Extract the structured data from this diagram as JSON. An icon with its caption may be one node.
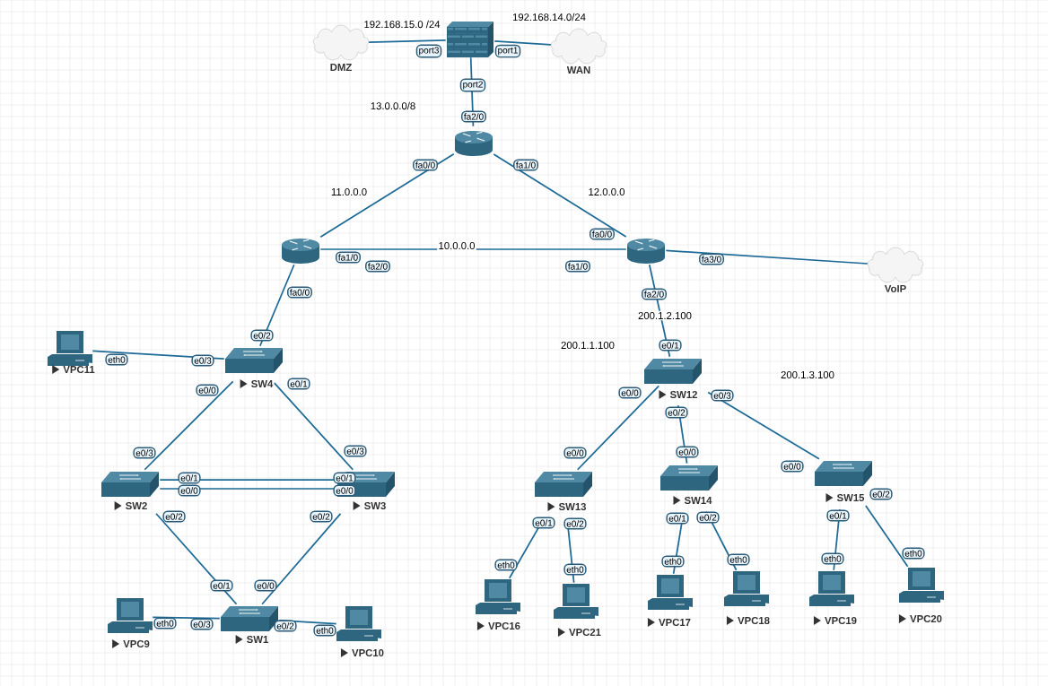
{
  "diagram": {
    "nodes": [
      {
        "text": [
          "DMZ"
        ]
      },
      {
        "text": [],
        "shape": "picture"
      },
      {
        "text": [
          "WAN"
        ]
      },
      {
        "text": [],
        "shape": "picture"
      },
      {
        "text": [],
        "shape": "picture"
      },
      {
        "text": [],
        "shape": "picture"
      },
      {
        "text": [
          "VoIP"
        ]
      },
      {
        "text": [
          "VPC11"
        ]
      },
      {
        "text": [
          "SW4"
        ]
      },
      {
        "text": [
          "SW12"
        ]
      },
      {
        "text": [
          "SW2"
        ]
      },
      {
        "text": [
          "SW3"
        ]
      },
      {
        "text": [
          "SW13"
        ]
      },
      {
        "text": [
          "SW14"
        ]
      },
      {
        "text": [
          "SW15"
        ]
      },
      {
        "text": [
          "VPC16"
        ]
      },
      {
        "text": [
          "VPC21"
        ]
      },
      {
        "text": [
          "VPC17"
        ]
      },
      {
        "text": [
          "VPC18"
        ]
      },
      {
        "text": [
          "VPC19"
        ]
      },
      {
        "text": [
          "VPC20"
        ]
      },
      {
        "text": [
          "VPC9"
        ]
      },
      {
        "text": [
          "SW1"
        ]
      },
      {
        "text": [
          "VPC10"
        ]
      }
    ],
    "edges": [
      {
        "from": 0,
        "to": 1,
        "arrow": "none"
      },
      {
        "from": 1,
        "to": 2,
        "arrow": "none"
      },
      {
        "from": 1,
        "to": 3,
        "arrow": "none"
      },
      {
        "from": 3,
        "to": 4,
        "arrow": "none"
      },
      {
        "from": 3,
        "to": 5,
        "arrow": "none"
      },
      {
        "from": 4,
        "to": 5,
        "arrow": "none"
      },
      {
        "from": 5,
        "to": 6,
        "arrow": "none"
      },
      {
        "from": 4,
        "to": 8,
        "arrow": "none"
      },
      {
        "from": 5,
        "to": 9,
        "arrow": "none"
      },
      {
        "from": 7,
        "to": 8,
        "arrow": "none"
      },
      {
        "from": 8,
        "to": 10,
        "arrow": "none"
      },
      {
        "from": 8,
        "to": 11,
        "arrow": "none"
      },
      {
        "from": 10,
        "to": 11,
        "arrow": "none"
      },
      {
        "from": 10,
        "to": 11,
        "arrow": "none"
      },
      {
        "from": 10,
        "to": 22,
        "arrow": "none"
      },
      {
        "from": 11,
        "to": 22,
        "arrow": "none"
      },
      {
        "from": 21,
        "to": 22,
        "arrow": "none"
      },
      {
        "from": 22,
        "to": 23,
        "arrow": "none"
      },
      {
        "from": 9,
        "to": 12,
        "arrow": "none"
      },
      {
        "from": 9,
        "to": 13,
        "arrow": "none"
      },
      {
        "from": 9,
        "to": 14,
        "arrow": "none"
      },
      {
        "from": 12,
        "to": 15,
        "arrow": "none"
      },
      {
        "from": 12,
        "to": 16,
        "arrow": "none"
      },
      {
        "from": 13,
        "to": 17,
        "arrow": "none"
      },
      {
        "from": 13,
        "to": 18,
        "arrow": "none"
      },
      {
        "from": 14,
        "to": 19,
        "arrow": "none"
      },
      {
        "from": 14,
        "to": 20,
        "arrow": "none"
      }
    ],
    "labels": [
      "192.168.15.0 /24",
      "192.168.14.0/24",
      "13.0.0.0/8",
      "11.0.0.0",
      "12.0.0.0",
      "10.0.0.0",
      "200.1.2.100",
      "200.1.1.100",
      "200.1.3.100",
      "port3",
      "port1",
      "port2",
      "fa2/0",
      "fa0/0",
      "fa1/0",
      "fa1/0",
      "fa0/0",
      "fa2/0",
      "fa1/0",
      "fa3/0",
      "fa0/0",
      "e0/2",
      "fa2/0",
      "e0/1",
      "eth0",
      "e0/3",
      "e0/0",
      "e0/3",
      "e0/1",
      "e0/3",
      "e0/1",
      "e0/1",
      "e0/0",
      "e0/0",
      "e0/2",
      "e0/1",
      "e0/2",
      "e0/0",
      "eth0",
      "e0/3",
      "e0/2",
      "eth0",
      "e0/0",
      "e0/0",
      "e0/2",
      "e0/0",
      "e0/3",
      "e0/0",
      "e0/1",
      "eth0",
      "e0/2",
      "eth0",
      "e0/1",
      "eth0",
      "e0/2",
      "eth0",
      "e0/1",
      "eth0",
      "e0/2",
      "eth0"
    ]
  }
}
